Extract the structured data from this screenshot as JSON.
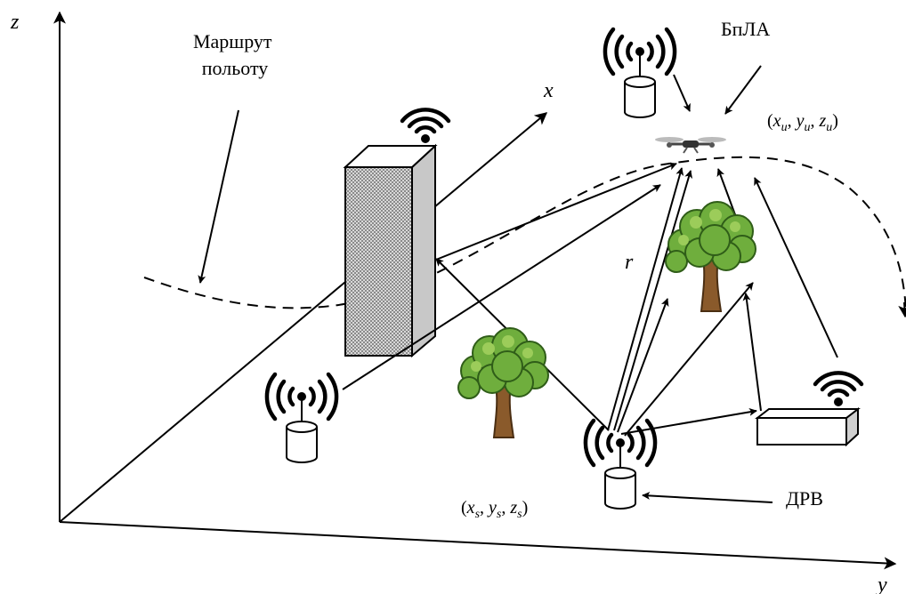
{
  "axes": {
    "x_label": "x",
    "y_label": "y",
    "z_label": "z"
  },
  "labels": {
    "flight_route": [
      "Маршрут",
      "польоту"
    ],
    "uav": "БпЛА",
    "ground_source": "ДРВ",
    "distance": "r",
    "uav_coords": {
      "open": "(",
      "x": "x",
      "xs": "u",
      "y": "y",
      "ys": "u",
      "z": "z",
      "zs": "u",
      "close": ")"
    },
    "source_coords": {
      "open": "(",
      "x": "x",
      "xs": "s",
      "y": "y",
      "ys": "s",
      "z": "z",
      "zs": "s",
      "close": ")"
    }
  },
  "icons": [
    "antenna-tower-icon",
    "wifi-signal-icon",
    "building-icon",
    "tree-icon",
    "drone-icon",
    "ground-box-icon"
  ]
}
